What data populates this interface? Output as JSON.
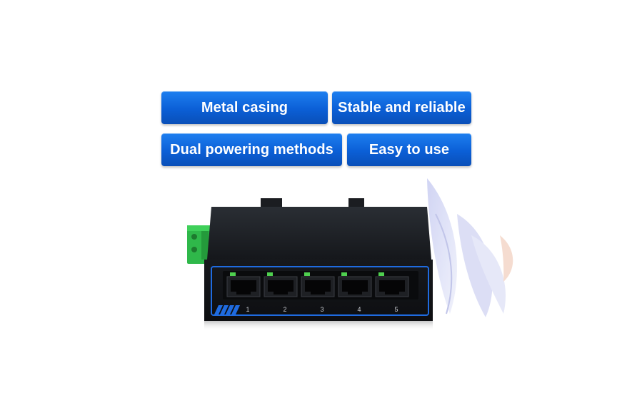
{
  "features": [
    {
      "label": "Metal casing"
    },
    {
      "label": "Stable and reliable"
    },
    {
      "label": "Dual powering methods"
    },
    {
      "label": "Easy to use"
    }
  ],
  "switch": {
    "ports": [
      "1",
      "2",
      "3",
      "4",
      "5"
    ],
    "accent_color": "#1f6be0",
    "body_color": "#1c1f24",
    "terminal_color": "#2fb84a",
    "led_color": "#4fd04f"
  }
}
